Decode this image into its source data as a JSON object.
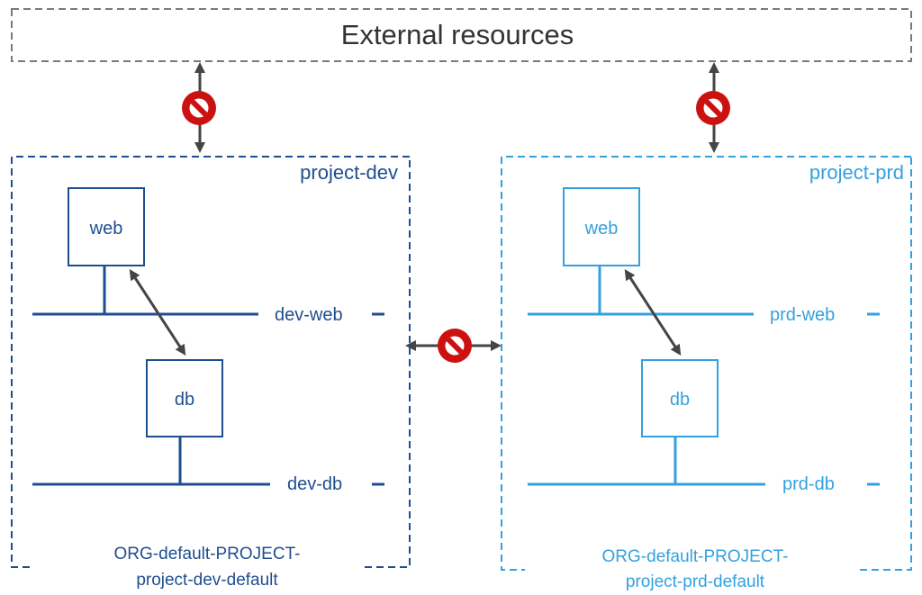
{
  "external": {
    "title": "External resources"
  },
  "colors": {
    "dev": "#1f4e8f",
    "prd": "#33a1de",
    "arrow": "#454545",
    "block": "#cc1111",
    "external_border": "#7a7a7a",
    "external_text": "#333333"
  },
  "projects": {
    "dev": {
      "title": "project-dev",
      "web_label": "web",
      "db_label": "db",
      "net_web": "dev-web",
      "net_db": "dev-db",
      "footer_line1": "ORG-default-PROJECT-",
      "footer_line2": "project-dev-default"
    },
    "prd": {
      "title": "project-prd",
      "web_label": "web",
      "db_label": "db",
      "net_web": "prd-web",
      "net_db": "prd-db",
      "footer_line1": "ORG-default-PROJECT-",
      "footer_line2": "project-prd-default"
    }
  },
  "icons": {
    "blocked": "no-entry-icon",
    "arrows": "double-headed-arrow-icon"
  }
}
